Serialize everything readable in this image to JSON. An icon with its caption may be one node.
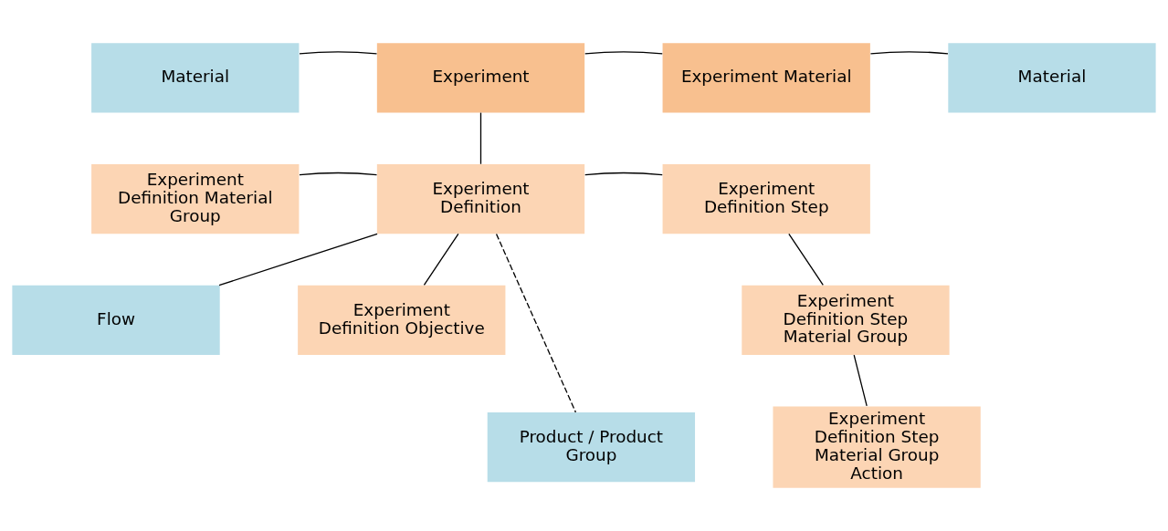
{
  "diagram": {
    "nodes": [
      {
        "text": [
          "Material"
        ]
      },
      {
        "text": [
          "Experiment"
        ]
      },
      {
        "text": [
          "Experiment Material"
        ]
      },
      {
        "text": [
          "Material"
        ]
      },
      {
        "text": [
          "Experiment Definition Material Group"
        ]
      },
      {
        "text": [
          "Experiment Definition"
        ]
      },
      {
        "text": [
          "Experiment Definition Step"
        ]
      },
      {
        "text": [
          "Flow"
        ]
      },
      {
        "text": [
          "Experiment Definition Objective"
        ]
      },
      {
        "text": [
          "Experiment Definition Step Material Group"
        ]
      },
      {
        "text": [
          "Product / Product Group"
        ]
      },
      {
        "text": [
          "Experiment Definition Step Material Group Action"
        ]
      }
    ],
    "edges": [
      {
        "from": 0,
        "to": 1,
        "arrow": "none"
      },
      {
        "from": 1,
        "to": 2,
        "arrow": "none"
      },
      {
        "from": 2,
        "to": 3,
        "arrow": "none"
      },
      {
        "from": 1,
        "to": 5,
        "arrow": "none"
      },
      {
        "from": 4,
        "to": 5,
        "arrow": "none"
      },
      {
        "from": 5,
        "to": 6,
        "arrow": "none"
      },
      {
        "from": 5,
        "to": 7,
        "arrow": "none"
      },
      {
        "from": 5,
        "to": 10,
        "arrow": "none",
        "style": "dashed"
      },
      {
        "from": 5,
        "to": 8,
        "arrow": "none"
      },
      {
        "from": 6,
        "to": 9,
        "arrow": "none"
      },
      {
        "from": 9,
        "to": 11,
        "arrow": "none"
      }
    ]
  }
}
